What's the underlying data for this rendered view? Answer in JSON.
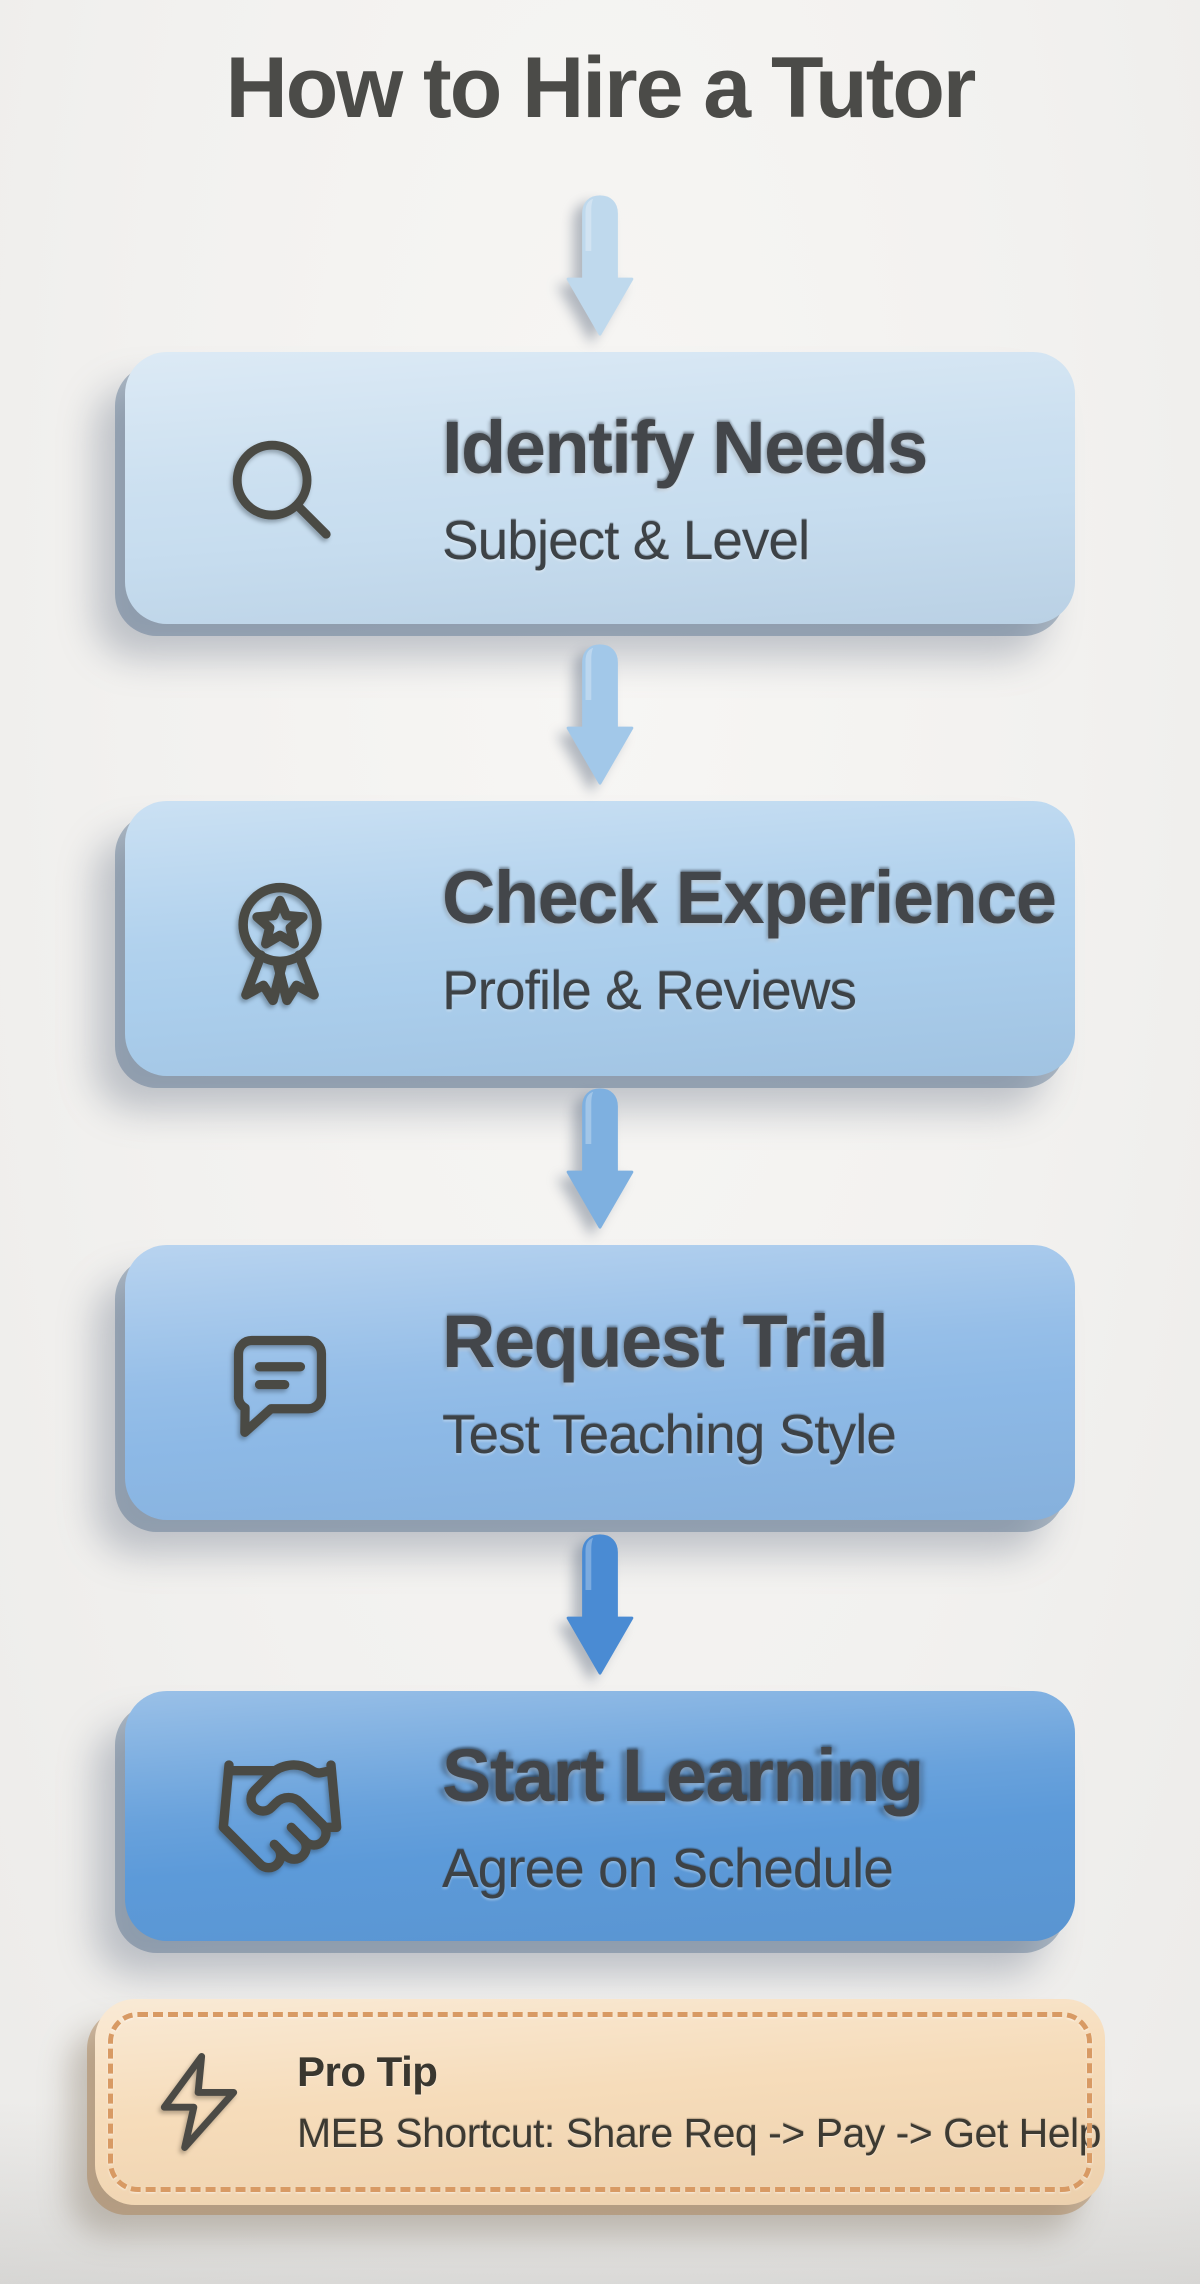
{
  "page": {
    "title": "How to Hire a Tutor",
    "background_color": "#f2f1ef",
    "title_color": "#4b4b48",
    "text_color": "#43464a",
    "icon_stroke_color": "#4a4a44"
  },
  "steps": [
    {
      "title": "Identify Needs",
      "subtitle": "Subject & Level",
      "icon": "search-icon",
      "box_color": "#c7ddef",
      "arrow_color": "#bfd9ed"
    },
    {
      "title": "Check Experience",
      "subtitle": "Profile & Reviews",
      "icon": "award-icon",
      "box_color": "#abceec",
      "arrow_color": "#a2c8e9"
    },
    {
      "title": "Request Trial",
      "subtitle": "Test Teaching Style",
      "icon": "chat-icon",
      "box_color": "#8db9e6",
      "arrow_color": "#7eb0e0"
    },
    {
      "title": "Start Learning",
      "subtitle": "Agree on Schedule",
      "icon": "handshake-icon",
      "box_color": "#5c9ad9",
      "arrow_color": "#4a8bd3"
    }
  ],
  "pro_tip": {
    "label": "Pro Tip",
    "text": "MEB Shortcut: Share Req -> Pay -> Get Help",
    "icon": "lightning-icon",
    "box_color": "#f6dcba",
    "stitch_color": "#d89a64",
    "text_color": "#3d3a32"
  }
}
